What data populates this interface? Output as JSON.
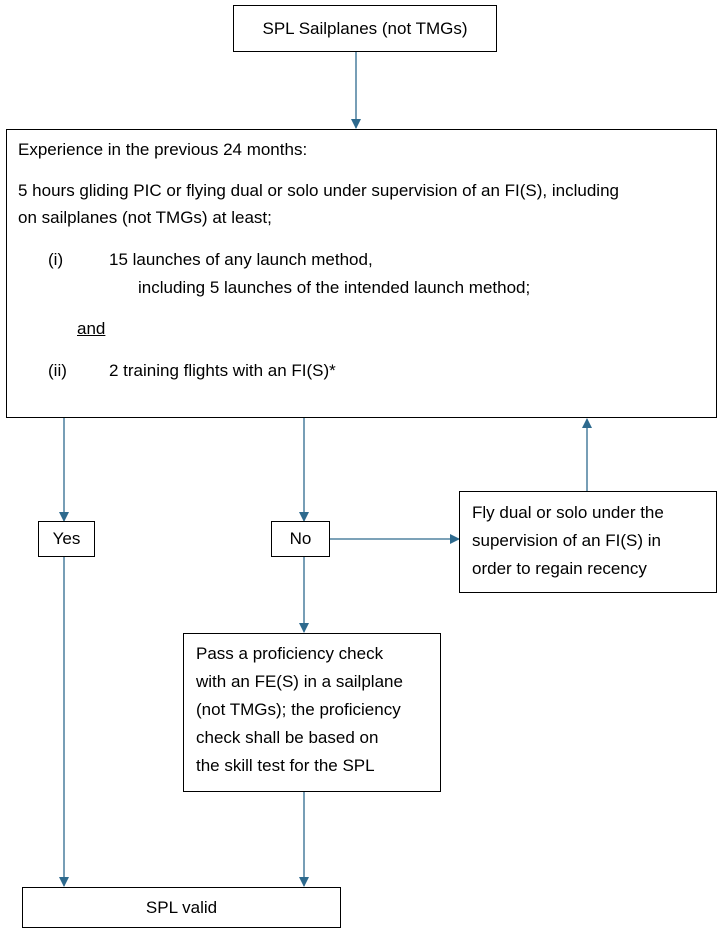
{
  "top_box": {
    "text": "SPL Sailplanes (not TMGs)"
  },
  "experience": {
    "heading": "Experience in the previous 24 months:",
    "line1": "5 hours gliding PIC or flying dual or solo under supervision of an FI(S), including",
    "line2": "on sailplanes (not TMGs) at least;",
    "item1_marker": "(i)",
    "item1_line1": "15 launches of any launch method,",
    "item1_line2": "including 5 launches of the intended launch method;",
    "and_text": "and",
    "item2_marker": "(ii)",
    "item2_text": "2 training flights with an FI(S)*"
  },
  "yes_box": {
    "text": "Yes"
  },
  "no_box": {
    "text": "No"
  },
  "fly_box": {
    "line1": "Fly dual or solo under the",
    "line2": "supervision of an FI(S) in",
    "line3": "order to regain recency"
  },
  "proficiency_box": {
    "line1": "Pass a proficiency check",
    "line2": "with an FE(S) in a sailplane",
    "line3": "(not TMGs); the proficiency",
    "line4": "check shall be based on",
    "line5": "the skill test for the SPL"
  },
  "valid_box": {
    "text": "SPL valid"
  },
  "colors": {
    "connector": "#2e6a8e",
    "border": "#000000"
  }
}
